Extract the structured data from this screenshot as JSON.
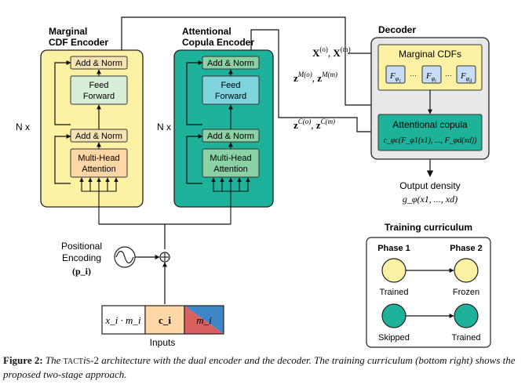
{
  "colors": {
    "yellow_fill": "#fdf2a3",
    "yellow_stroke": "#222222",
    "teal_fill": "#1fb29a",
    "orange_fill": "#ffd7a6",
    "light_green_fill": "#d8ecd8",
    "teal_block_fill": "#8bd1a6",
    "cyan_fill": "#7fd3dd",
    "decoder_fill": "#e8e8e8",
    "blue_fill": "#c6ddf3",
    "mask_red": "#d96060",
    "mask_blue": "#3d87c9"
  },
  "marginal_encoder": {
    "title_line1": "Marginal",
    "title_line2": "CDF Encoder",
    "add_norm_top": "Add & Norm",
    "feed_forward_line1": "Feed",
    "feed_forward_line2": "Forward",
    "add_norm_bottom": "Add & Norm",
    "attention_line1": "Multi-Head",
    "attention_line2": "Attention",
    "repeat_label": "N x"
  },
  "copula_encoder": {
    "title_line1": "Attentional",
    "title_line2": "Copula Encoder",
    "add_norm_top": "Add & Norm",
    "feed_forward_line1": "Feed",
    "feed_forward_line2": "Forward",
    "add_norm_bottom": "Add & Norm",
    "attention_line1": "Multi-Head",
    "attention_line2": "Attention",
    "repeat_label": "N x"
  },
  "decoder": {
    "title": "Decoder",
    "marginal_cdfs": "Marginal CDFs",
    "f_phi_1": "F",
    "f_phi_1_sub": "φ",
    "f_phi_1_subsub": "1",
    "f_phi_2": "F",
    "f_phi_2_sub": "φ",
    "f_phi_2_subsub": "i",
    "f_phi_d": "F",
    "f_phi_d_sub": "φ",
    "f_phi_d_subsub": "d",
    "dots": "···",
    "attentional_copula": "Attentional copula",
    "copula_formula": "c_φc(F_φ1(x1), ..., F_φd(xd))"
  },
  "decoder_inputs": {
    "x_obs": "X",
    "x_obs_sup": "(o)",
    "x_miss": "X",
    "x_miss_sup": "(m)",
    "z_marg_obs": "z",
    "z_marg_obs_sup": "M(o)",
    "z_marg_miss": "z",
    "z_marg_miss_sup": "M(m)",
    "z_cop_obs": "z",
    "z_cop_obs_sup": "C(o)",
    "z_cop_miss": "z",
    "z_cop_miss_sup": "C(m)"
  },
  "output": {
    "line1": "Output density",
    "line2": "g_φ(x1, ..., xd)"
  },
  "positional": {
    "line1": "Positional",
    "line2": "Encoding",
    "line3": "(p_i)"
  },
  "inputs": {
    "label": "Inputs",
    "cell1": "x_i · m_i",
    "cell2": "c_i",
    "cell3": "m_i"
  },
  "training": {
    "title": "Training curriculum",
    "phase1": "Phase 1",
    "phase2": "Phase 2",
    "trained_1": "Trained",
    "frozen": "Frozen",
    "skipped": "Skipped",
    "trained_2": "Trained"
  },
  "caption": {
    "label": "Figure 2:",
    "pre": "The",
    "name_tact": "TACT",
    "name_i": "i",
    "name_s": "S",
    "name_suffix": "-2",
    "text": "architecture with the dual encoder and the decoder. The training curriculum (bottom right) shows the proposed two-stage approach."
  }
}
